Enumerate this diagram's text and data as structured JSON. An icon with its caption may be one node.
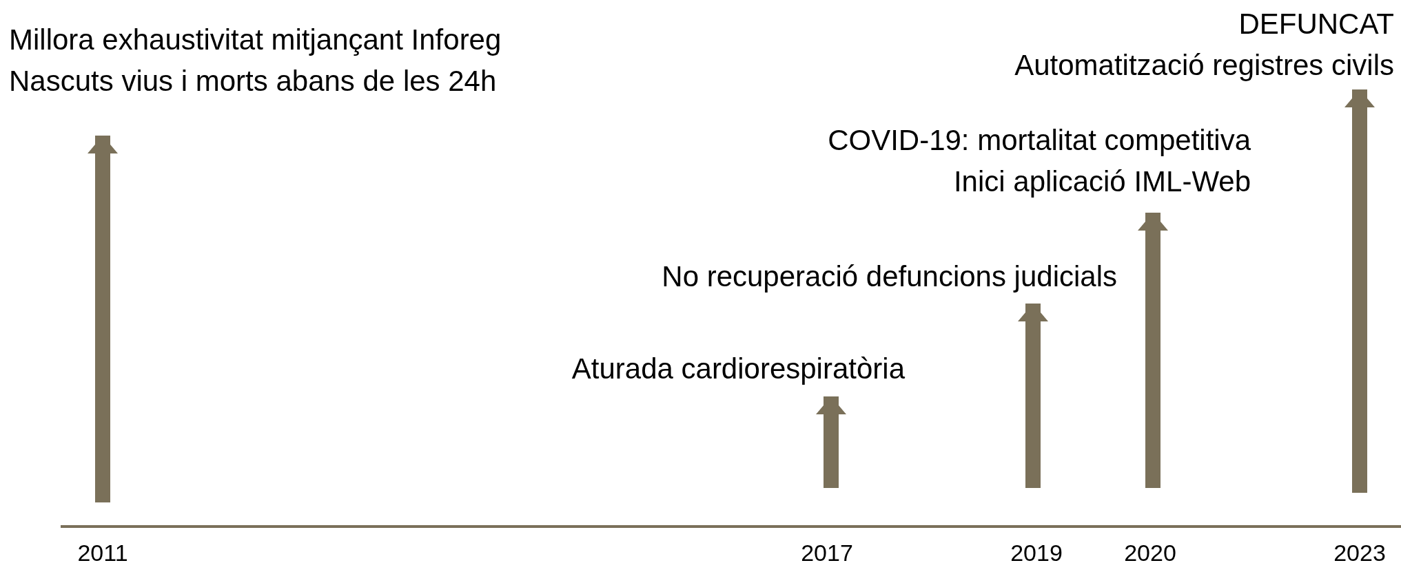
{
  "diagram": {
    "nodes": [
      {
        "text": [
          "Millora exhaustivitat mitjançant Inforeg",
          "Nascuts vius i morts abans de les 24h"
        ]
      },
      {
        "text": [
          "Aturada cardiorespiratòria"
        ]
      },
      {
        "text": [
          "No recuperació defuncions judicials"
        ]
      },
      {
        "text": [
          "COVID-19: mortalitat competitiva",
          "Inici aplicació IML-Web"
        ]
      },
      {
        "text": [
          "DEFUNCAT",
          "Automatització registres civils"
        ]
      }
    ],
    "edges": [
      {
        "from": null,
        "to": 0,
        "arrow": "to"
      },
      {
        "from": null,
        "to": 1,
        "arrow": "to"
      },
      {
        "from": null,
        "to": 2,
        "arrow": "to"
      },
      {
        "from": null,
        "to": 3,
        "arrow": "to"
      },
      {
        "from": null,
        "to": 4,
        "arrow": "to"
      }
    ],
    "labels": [
      "2011",
      "2017",
      "2019",
      "2020",
      "2023"
    ]
  }
}
